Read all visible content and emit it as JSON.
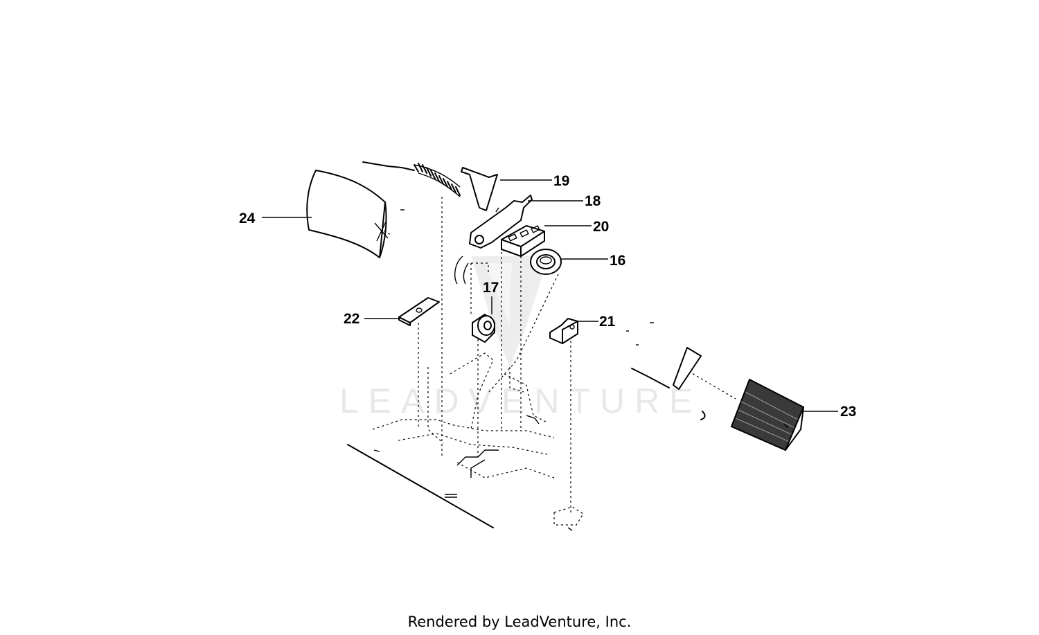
{
  "colors": {
    "ink": "#000000",
    "background": "#ffffff",
    "watermark": "#e6e6e6"
  },
  "watermark": {
    "text": "LEADVENTURE",
    "icon": "leadventure-logo-icon"
  },
  "footer": {
    "text": "Rendered by LeadVenture, Inc."
  },
  "callouts": {
    "p16": "16",
    "p17": "17",
    "p18": "18",
    "p19": "19",
    "p20": "20",
    "p21": "21",
    "p22": "22",
    "p23": "23",
    "p24": "24"
  }
}
